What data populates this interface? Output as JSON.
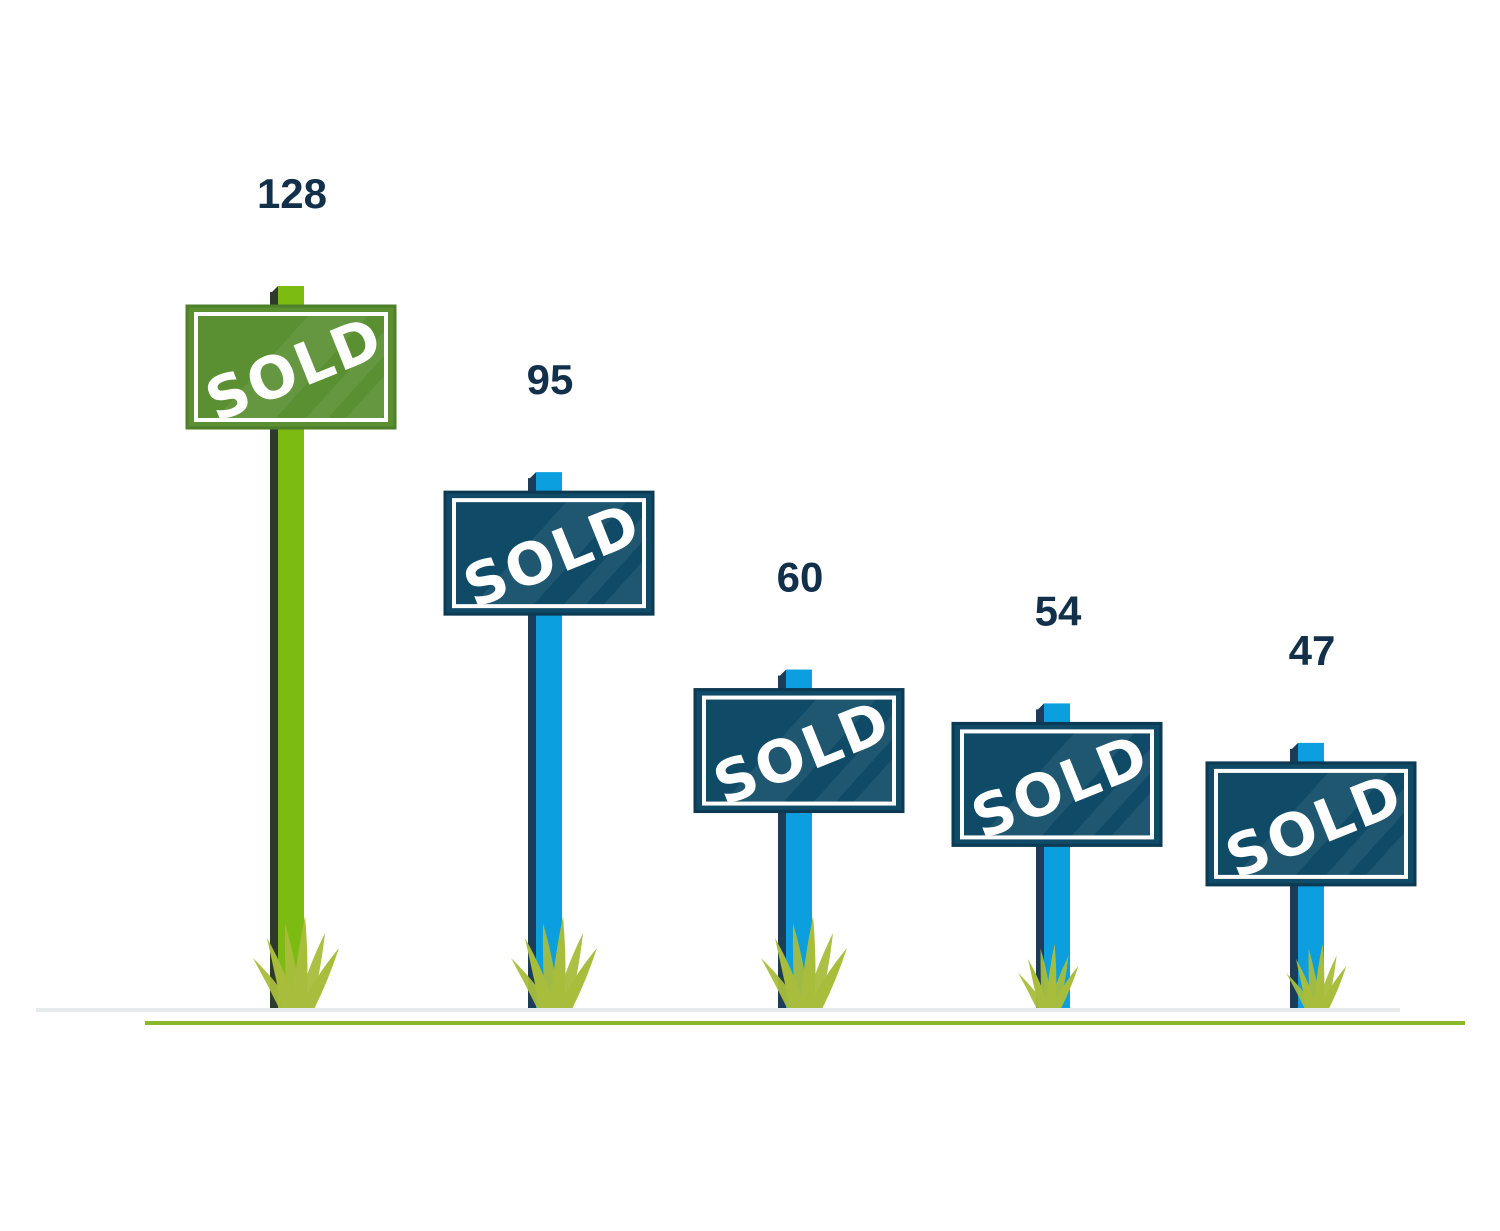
{
  "chart_data": {
    "type": "bar",
    "title": "",
    "xlabel": "",
    "ylabel": "",
    "categories": [],
    "values": [
      128,
      95,
      60,
      54,
      47
    ],
    "value_labels": [
      "128",
      "95",
      "60",
      "54",
      "47"
    ],
    "sign_text": "SOLD",
    "highlight_index": 0,
    "grid": false,
    "colors": {
      "highlight_post": "#7cbb12",
      "highlight_post_shadow": "#2e3a2a",
      "highlight_sign": "#5a8f32",
      "highlight_sign_border": "#ffffff",
      "post": "#0b9fdf",
      "post_shadow": "#1c3d5a",
      "sign": "#0f4a66",
      "sign_border": "#ffffff",
      "grass": "#a8bd3c",
      "ground_line": "#8ab92e",
      "ground_shadow": "#e6eaeb",
      "label": "#12304a"
    }
  }
}
